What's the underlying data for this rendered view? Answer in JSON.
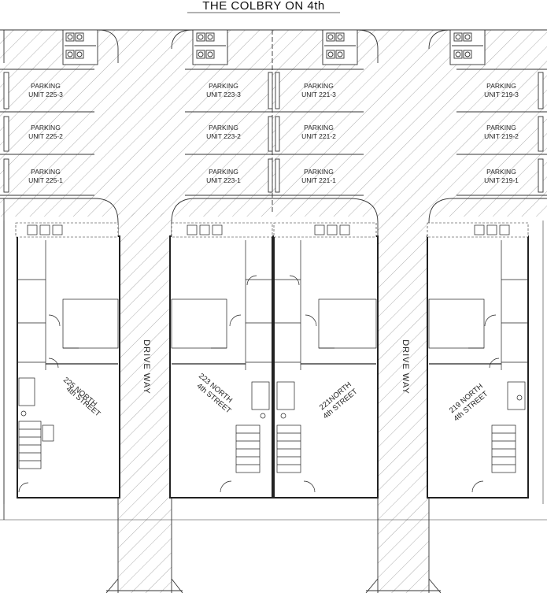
{
  "title": "THE COLBRY ON 4th",
  "driveway_label": "DRIVE WAY",
  "parking": {
    "u225": {
      "l1": "PARKING",
      "r3": "UNIT 225-3",
      "r2": "UNIT 225-2",
      "r1": "UNIT 225-1"
    },
    "u223": {
      "l1": "PARKING",
      "r3": "UNIT 223-3",
      "r2": "UNIT 223-2",
      "r1": "UNIT 223-1"
    },
    "u221": {
      "l1": "PARKING",
      "r3": "UNIT 221-3",
      "r2": "UNIT 221-2",
      "r1": "UNIT 221-1"
    },
    "u219": {
      "l1": "PARKING",
      "r3": "UNIT 219-3",
      "r2": "UNIT 219-2",
      "r1": "UNIT 219-1"
    }
  },
  "buildings": {
    "b225": {
      "line1": "225 NORTH",
      "line2": "4th STREET"
    },
    "b223": {
      "line1": "223 NORTH",
      "line2": "4th STREET"
    },
    "b221": {
      "line1": "221NORTH",
      "line2": "4th STREET"
    },
    "b219": {
      "line1": "219 NORTH",
      "line2": "4th STREET"
    }
  }
}
